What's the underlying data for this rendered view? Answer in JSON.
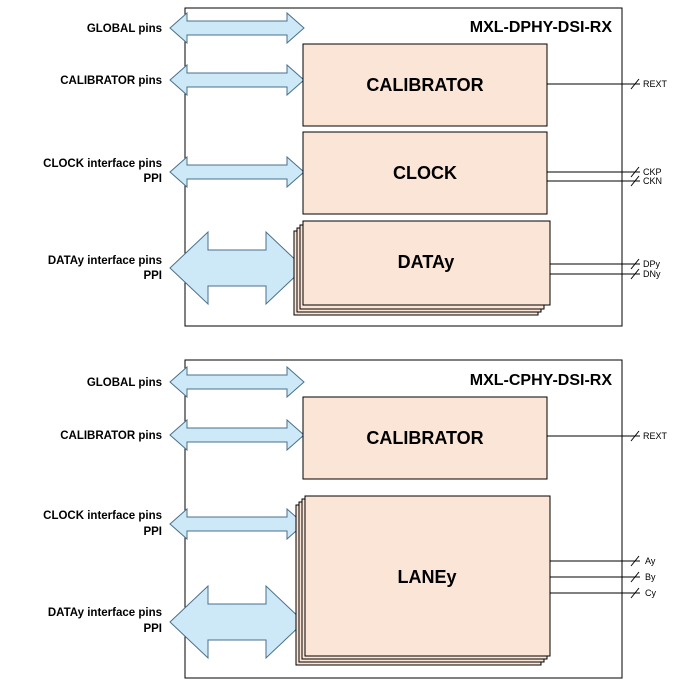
{
  "top": {
    "title": "MXL-DPHY-DSI-RX",
    "pins": {
      "global": "GLOBAL pins",
      "calibrator": "CALIBRATOR pins",
      "clock_line1": "CLOCK interface pins",
      "clock_line2": "PPI",
      "data_line1": "DATAy interface pins",
      "data_line2": "PPI"
    },
    "blocks": {
      "calibrator": "CALIBRATOR",
      "clock": "CLOCK",
      "data": "DATAy"
    },
    "signals": {
      "rext": "REXT",
      "ckp": "CKP",
      "ckn": "CKN",
      "dpy": "DPy",
      "dny": "DNy"
    }
  },
  "bottom": {
    "title": "MXL-CPHY-DSI-RX",
    "pins": {
      "global": "GLOBAL pins",
      "calibrator": "CALIBRATOR pins",
      "clock_line1": "CLOCK interface pins",
      "clock_line2": "PPI",
      "data_line1": "DATAy interface pins",
      "data_line2": "PPI"
    },
    "blocks": {
      "calibrator": "CALIBRATOR",
      "lane": "LANEy"
    },
    "signals": {
      "rext": "REXT",
      "ay": "Ay",
      "by": "By",
      "cy": "Cy"
    }
  },
  "colors": {
    "block_fill": "#fbe5d6",
    "arrow_fill": "#cde9f7",
    "arrow_stroke": "#4a6f8c"
  }
}
